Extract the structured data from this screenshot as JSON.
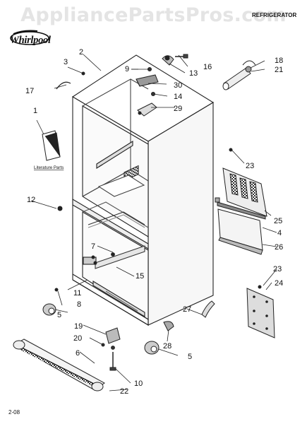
{
  "header": {
    "watermark": "AppliancePartsPros.com",
    "category": "REFRIGERATOR",
    "brand": "Whirlpool"
  },
  "footer": {
    "page_code": "2-08"
  },
  "literature_label": "Literature Parts",
  "callouts": {
    "c1": "1",
    "c2": "2",
    "c3": "3",
    "c4": "4",
    "c5a": "5",
    "c5b": "5",
    "c6": "6",
    "c7": "7",
    "c8": "8",
    "c9": "9",
    "c10": "10",
    "c11": "11",
    "c12": "12",
    "c13": "13",
    "c14": "14",
    "c15": "15",
    "c16": "16",
    "c17": "17",
    "c18": "18",
    "c19": "19",
    "c20": "20",
    "c21": "21",
    "c22": "22",
    "c23a": "23",
    "c23b": "23",
    "c24": "24",
    "c25": "25",
    "c26": "26",
    "c27": "27",
    "c28": "28",
    "c29": "29",
    "c30": "30"
  }
}
